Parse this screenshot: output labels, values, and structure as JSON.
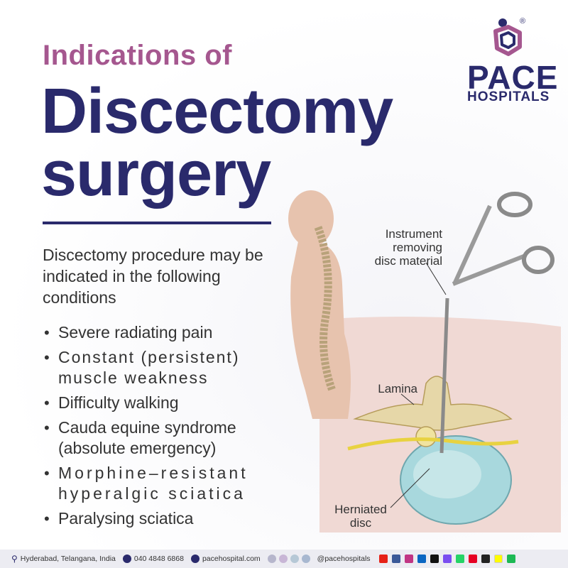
{
  "heading": {
    "small": "Indications of",
    "line1": "Discectomy",
    "line2": "surgery"
  },
  "intro": "Discectomy procedure may be indicated in the following conditions",
  "conditions": [
    "Severe radiating pain",
    "Constant (persistent) muscle weakness",
    "Difficulty walking",
    "Cauda equine syndrome (absolute emergency)",
    "Morphine–resistant hyperalgic sciatica",
    "Paralysing sciatica"
  ],
  "logo": {
    "brand": "PACE",
    "sub": "HOSPITALS",
    "reg": "®"
  },
  "illustration": {
    "label_instrument": "Instrument removing disc material",
    "label_lamina": "Lamina",
    "label_disc": "Herniated disc"
  },
  "footer": {
    "location": "Hyderabad, Telangana, India",
    "phone": "040 4848 6868",
    "website": "pacehospital.com",
    "handle": "@pacehospitals"
  },
  "colors": {
    "primary": "#2a2a6c",
    "accent": "#a5578f"
  }
}
